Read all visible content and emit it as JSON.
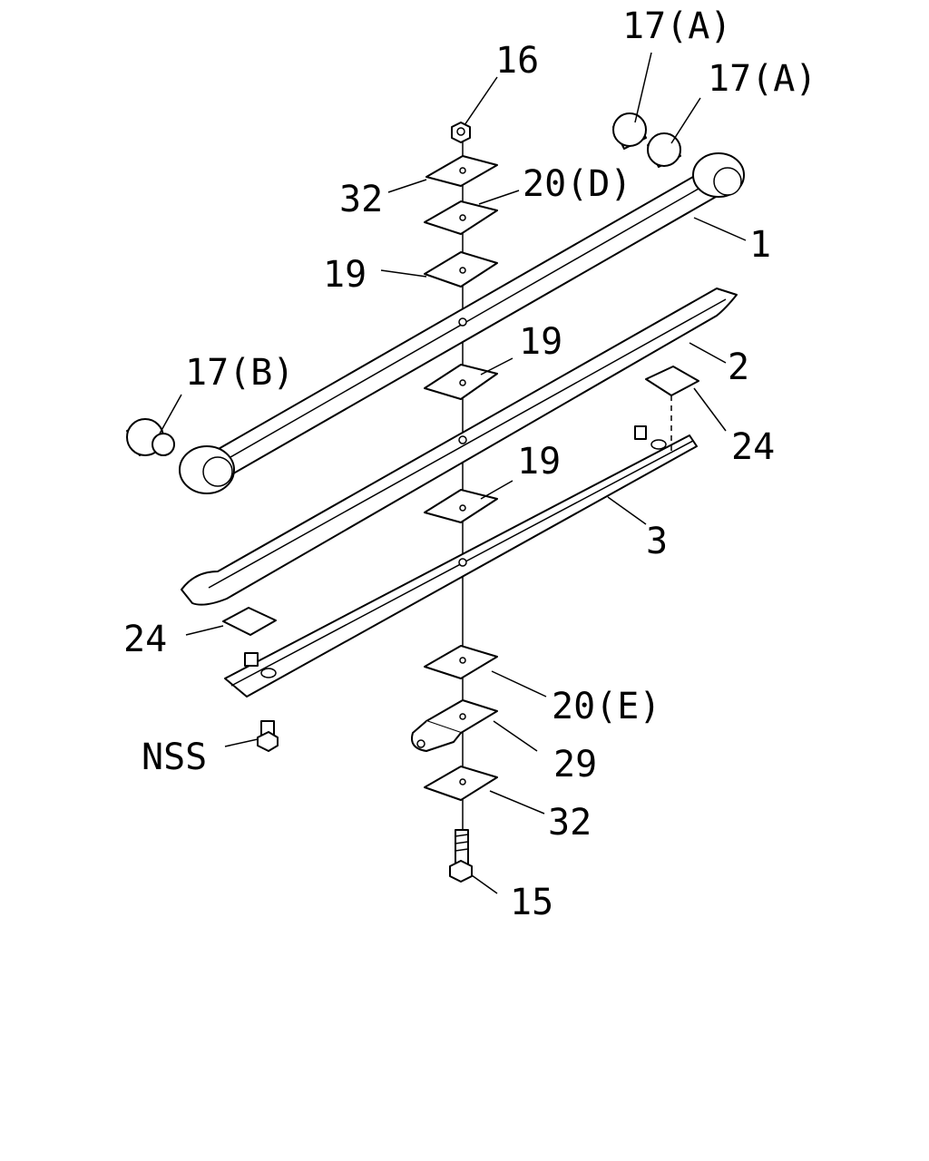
{
  "callouts": {
    "c17a_1": "17(A)",
    "c17a_2": "17(A)",
    "c16": "16",
    "c20d": "20(D)",
    "c32_top": "32",
    "c1": "1",
    "c19_1": "19",
    "c19_2": "19",
    "c2": "2",
    "c17b": "17(B)",
    "c24_right": "24",
    "c19_3": "19",
    "c3": "3",
    "c24_left": "24",
    "c20e": "20(E)",
    "cnss": "NSS",
    "c29": "29",
    "c32_bottom": "32",
    "c15": "15"
  }
}
